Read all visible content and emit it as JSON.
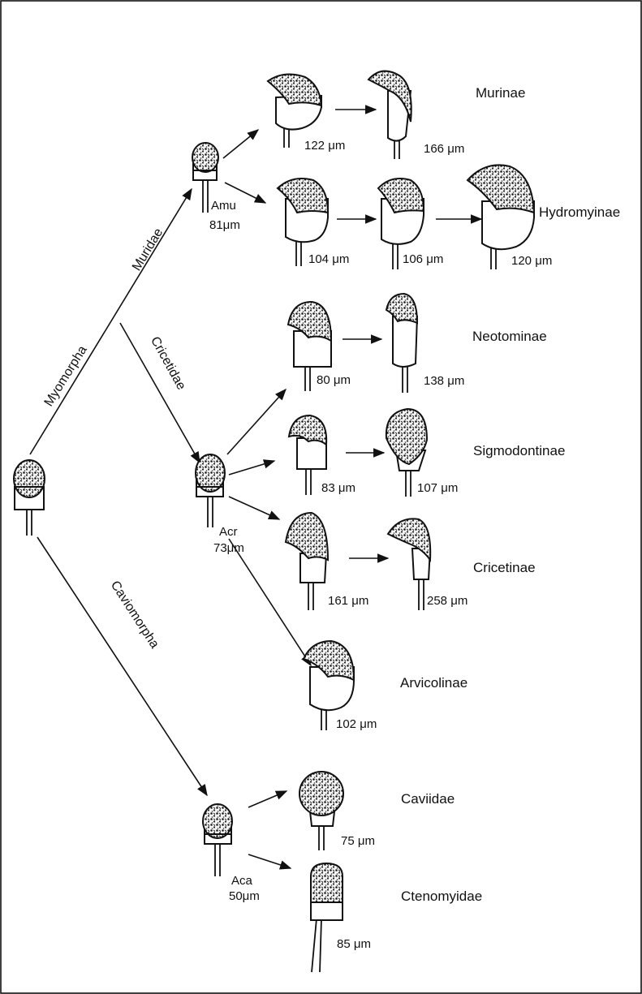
{
  "branches": {
    "myomorpha": "Myomorpha",
    "caviomorpha": "Caviomorpha",
    "muridae": "Muridae",
    "cricetidae": "Cricetidae"
  },
  "ancestors": {
    "amu": {
      "code": "Amu",
      "size": "81μm"
    },
    "acr": {
      "code": "Acr",
      "size": "73μm"
    },
    "aca": {
      "code": "Aca",
      "size": "50μm"
    }
  },
  "taxa": {
    "murinae": "Murinae",
    "hydromyinae": "Hydromyinae",
    "neotominae": "Neotominae",
    "sigmodontinae": "Sigmodontinae",
    "cricetinae": "Cricetinae",
    "arvicolinae": "Arvicolinae",
    "caviidae": "Caviidae",
    "ctenomyidae": "Ctenomyidae"
  },
  "sizes": {
    "murinae_1": "122 μm",
    "murinae_2": "166 μm",
    "hydromyinae_1": "104 μm",
    "hydromyinae_2": "106 μm",
    "hydromyinae_3": "120 μm",
    "neotominae_1": "80 μm",
    "neotominae_2": "138 μm",
    "sigmodontinae_1": "83 μm",
    "sigmodontinae_2": "107 μm",
    "cricetinae_1": "161 μm",
    "cricetinae_2": "258 μm",
    "arvicolinae_1": "102 μm",
    "caviidae_1": "75 μm",
    "ctenomyidae_1": "85 μm"
  }
}
